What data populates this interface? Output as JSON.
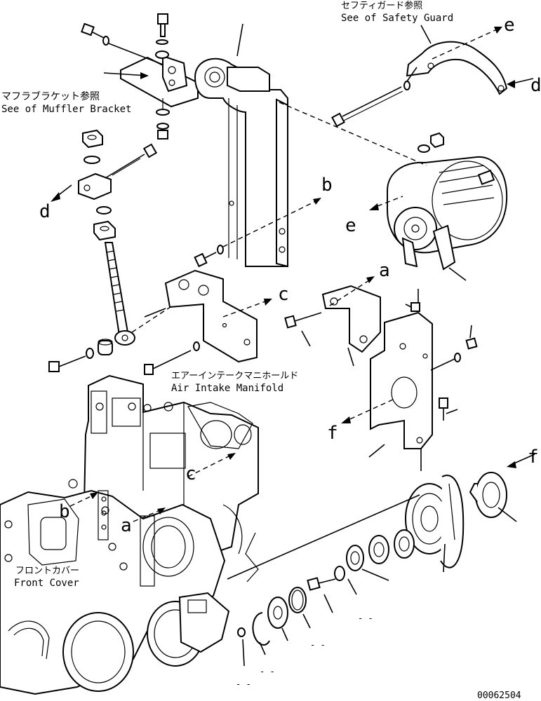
{
  "callouts": {
    "safety_guard_jp": "セフティガード参照",
    "safety_guard_en": "See of Safety Guard",
    "muffler_jp": "マフラブラケット参照",
    "muffler_en": "See of Muffler Bracket",
    "intake_jp": "エアーインテークマニホールド",
    "intake_en": "Air Intake Manifold",
    "front_cover_jp": "フロントカバー",
    "front_cover_en": "Front Cover"
  },
  "reference_letters": {
    "a": "a",
    "b": "b",
    "c": "c",
    "d": "d",
    "e": "e",
    "f": "f"
  },
  "part_number_placeholder": "- -",
  "drawing_number": "00062504"
}
